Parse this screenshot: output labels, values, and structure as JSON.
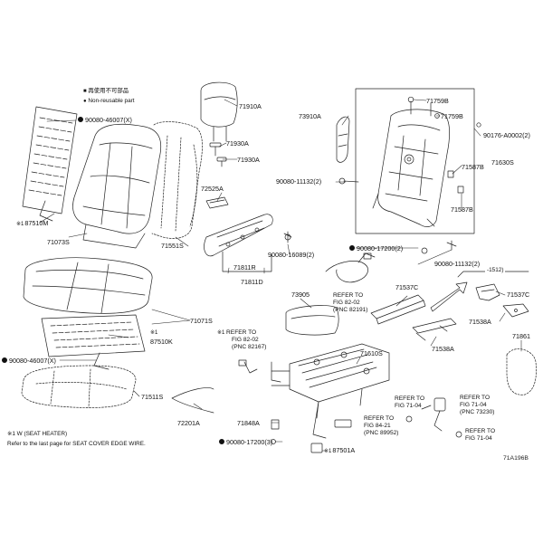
{
  "legend": {
    "non_reusable_jp": "再使用不可部品",
    "non_reusable_en": "Non-reusable part"
  },
  "footnotes": {
    "seat_heater": "※1  W (SEAT  HEATER)",
    "seat_cover": "Refer to the last page for SEAT COVER EDGE WIRE."
  },
  "diagram_code": "71A196B",
  "bracket_note": "-1512)",
  "parts": {
    "p71910A": "71910A",
    "p71930A_1": "71930A",
    "p71930A_2": "71930A",
    "p73910A": "73910A",
    "p71759B_1": "71759B",
    "p71759B_2": "71759B",
    "p90176": "90176-A0002(2)",
    "p71630S": "71630S",
    "p71587B_1": "71587B",
    "p71587B_2": "71587B",
    "p90080_46007_top": "90080-46007(X)",
    "p87510M": "87510M",
    "p71073S": "71073S",
    "p71551S": "71551S",
    "p72525A": "72525A",
    "p90080_11132_a": "90080-11132(2)",
    "p90080_16089": "90080-16089(2)",
    "p71811R": "71811R",
    "p71811D": "71811D",
    "p90080_17200_a": "90080-17200(2)",
    "p90080_11132_b": "90080-11132(2)",
    "p71537C_1": "71537C",
    "p71537C_2": "71537C",
    "p71538A_1": "71538A",
    "p71538A_2": "71538A",
    "p73905": "73905",
    "p71071S": "71071S",
    "p87510K": "87510K",
    "p90080_46007_bot": "90080-46007(X)",
    "p71511S": "71511S",
    "p71610S": "71610S",
    "p71861": "71861",
    "p72201A": "72201A",
    "p71848A": "71848A",
    "p90080_17200_b": "90080-17200(3)",
    "p87501A": "87501A"
  },
  "refs": {
    "r1": [
      "REFER TO",
      "FIG 82-02",
      "(PNC 82191)"
    ],
    "r2": [
      "REFER TO",
      "FIG 82-02",
      "(PNC 82167)"
    ],
    "r3": [
      "REFER TO",
      "FIG 84-21",
      "(PNC 89952)"
    ],
    "r4": [
      "REFER TO",
      "FIG 71-04"
    ],
    "r5": [
      "REFER TO",
      "FIG 71-04",
      "(PNC 73230)"
    ],
    "r6": [
      "REFER TO",
      "FIG 71-04"
    ]
  }
}
